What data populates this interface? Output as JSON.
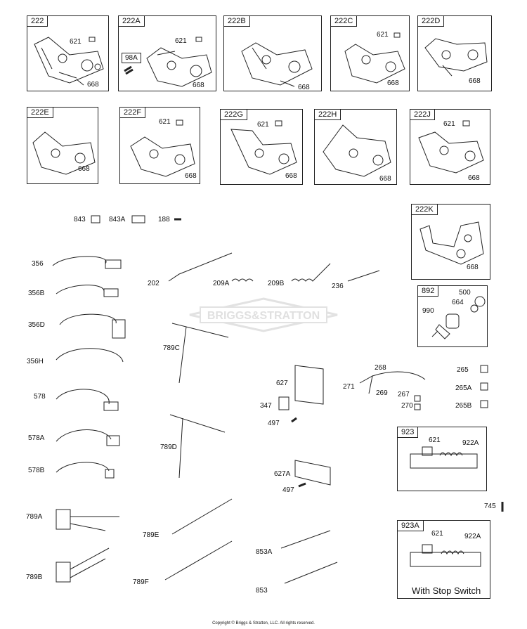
{
  "watermark": "BRIGGS&STRATTON",
  "copyright": "Copyright © Briggs & Stratton, LLC. All rights reserved.",
  "boxes": {
    "b222": {
      "tag": "222",
      "labels": [
        "621",
        "668"
      ]
    },
    "b222A": {
      "tag": "222A",
      "sub": "98A",
      "labels": [
        "621",
        "668"
      ]
    },
    "b222B": {
      "tag": "222B",
      "labels": [
        "668"
      ]
    },
    "b222C": {
      "tag": "222C",
      "labels": [
        "621",
        "668"
      ]
    },
    "b222D": {
      "tag": "222D",
      "labels": [
        "668"
      ]
    },
    "b222E": {
      "tag": "222E",
      "labels": [
        "668"
      ]
    },
    "b222F": {
      "tag": "222F",
      "labels": [
        "621",
        "668"
      ]
    },
    "b222G": {
      "tag": "222G",
      "labels": [
        "621",
        "668"
      ]
    },
    "b222H": {
      "tag": "222H",
      "labels": [
        "668"
      ]
    },
    "b222J": {
      "tag": "222J",
      "labels": [
        "621",
        "668"
      ]
    },
    "b222K": {
      "tag": "222K",
      "labels": [
        "668"
      ]
    },
    "b892": {
      "tag": "892",
      "labels": [
        "500",
        "664",
        "990"
      ]
    },
    "b923": {
      "tag": "923",
      "labels": [
        "621",
        "922A"
      ]
    },
    "b923A": {
      "tag": "923A",
      "labels": [
        "621",
        "922A"
      ],
      "note": "With Stop Switch"
    }
  },
  "free_labels": {
    "p843": "843",
    "p843A": "843A",
    "p188": "188",
    "p356": "356",
    "p356B": "356B",
    "p356D": "356D",
    "p356H": "356H",
    "p578": "578",
    "p578A": "578A",
    "p578B": "578B",
    "p789A": "789A",
    "p789B": "789B",
    "p789C": "789C",
    "p789D": "789D",
    "p789E": "789E",
    "p789F": "789F",
    "p202": "202",
    "p209A": "209A",
    "p209B": "209B",
    "p236": "236",
    "p627": "627",
    "p347": "347",
    "p497a": "497",
    "p627A": "627A",
    "p497b": "497",
    "p268": "268",
    "p271": "271",
    "p269": "269",
    "p267": "267",
    "p270": "270",
    "p265": "265",
    "p265A": "265A",
    "p265B": "265B",
    "p745": "745",
    "p853A": "853A",
    "p853": "853"
  }
}
